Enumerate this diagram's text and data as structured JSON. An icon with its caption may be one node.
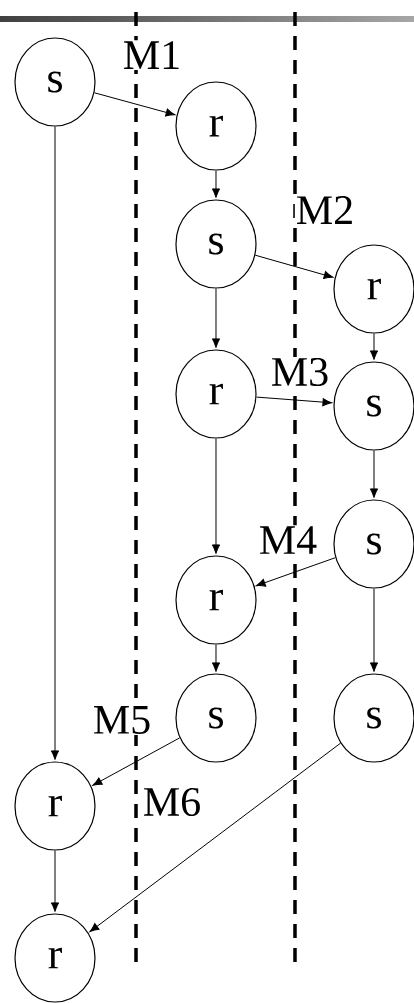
{
  "diagram": {
    "nodes": [
      {
        "text": [
          "s"
        ]
      },
      {
        "text": [
          "r"
        ]
      },
      {
        "text": [
          "s"
        ]
      },
      {
        "text": [
          "r"
        ]
      },
      {
        "text": [
          "r"
        ]
      },
      {
        "text": [
          "s"
        ]
      },
      {
        "text": [
          "s"
        ]
      },
      {
        "text": [
          "r"
        ]
      },
      {
        "text": [
          "s"
        ]
      },
      {
        "text": [
          "s"
        ]
      },
      {
        "text": [
          "r"
        ]
      },
      {
        "text": [
          "r"
        ]
      }
    ],
    "edges": [
      {
        "from": 0,
        "to": 1,
        "arrow": "to",
        "label": "M1"
      },
      {
        "from": 1,
        "to": 2,
        "arrow": "to"
      },
      {
        "from": 2,
        "to": 3,
        "arrow": "to",
        "label": "M2"
      },
      {
        "from": 2,
        "to": 4,
        "arrow": "to"
      },
      {
        "from": 3,
        "to": 5,
        "arrow": "to"
      },
      {
        "from": 4,
        "to": 5,
        "arrow": "to",
        "label": "M3"
      },
      {
        "from": 5,
        "to": 6,
        "arrow": "to"
      },
      {
        "from": 4,
        "to": 7,
        "arrow": "to"
      },
      {
        "from": 6,
        "to": 7,
        "arrow": "to",
        "label": "M4"
      },
      {
        "from": 7,
        "to": 8,
        "arrow": "to"
      },
      {
        "from": 6,
        "to": 9,
        "arrow": "to"
      },
      {
        "from": 0,
        "to": 10,
        "arrow": "to"
      },
      {
        "from": 8,
        "to": 10,
        "arrow": "to",
        "label": "M5"
      },
      {
        "from": 9,
        "to": 11,
        "arrow": "to",
        "label": "M6"
      },
      {
        "from": 10,
        "to": 11,
        "arrow": "to"
      }
    ]
  }
}
